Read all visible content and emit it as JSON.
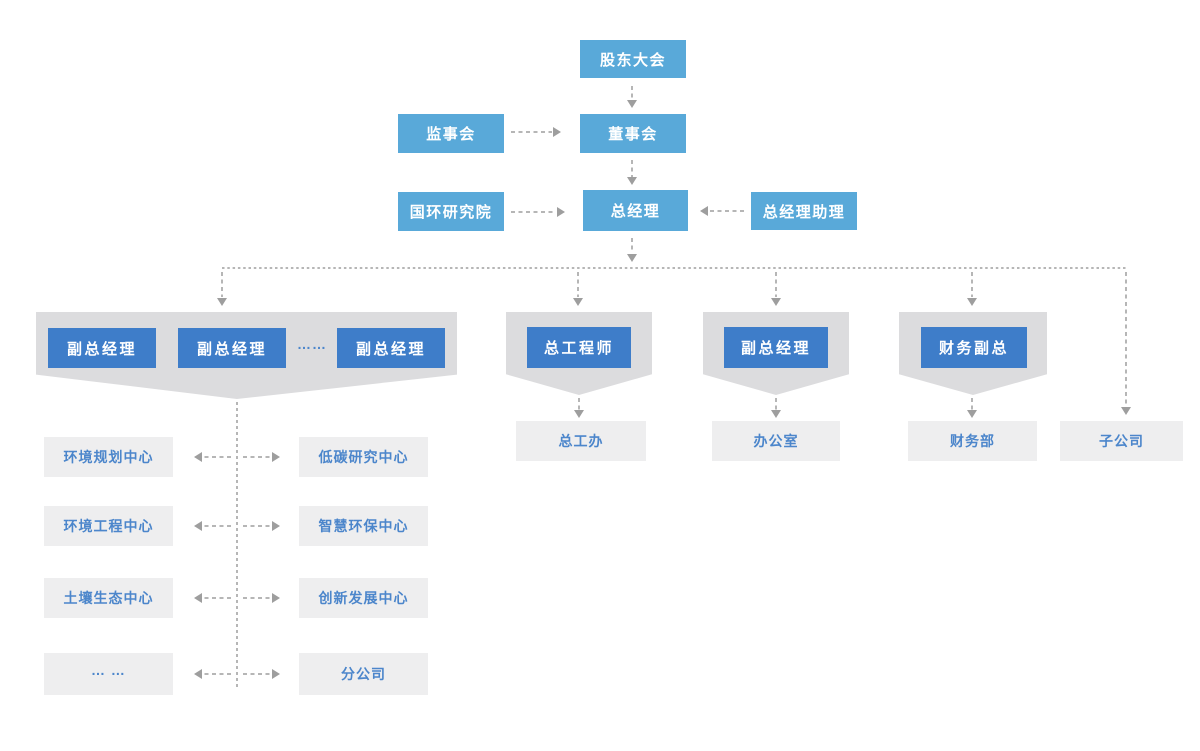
{
  "org": {
    "colors": {
      "sky_blue": "#59A9D9",
      "deep_blue": "#3E7DC9",
      "banner_gray": "#DCDCDE",
      "box_gray": "#EEEEEF",
      "blue_text": "#4C86CB",
      "line_gray": "#9E9E9E",
      "white_text": "#FFFFFF"
    },
    "nodes": {
      "shareholders_meeting": "股东大会",
      "supervisory_board": "监事会",
      "board_of_directors": "董事会",
      "guohuan_research_institute": "国环研究院",
      "general_manager": "总经理",
      "gm_assistant": "总经理助理",
      "deputy_gm_1": "副总经理",
      "deputy_gm_2": "副总经理",
      "deputy_gm_ellipsis": "……",
      "deputy_gm_3": "副总经理",
      "chief_engineer": "总工程师",
      "deputy_gm_mid": "副总经理",
      "finance_deputy_gm": "财务副总",
      "chief_engineer_office": "总工办",
      "general_office": "办公室",
      "finance_department": "财务部",
      "subsidiary_company": "子公司",
      "env_planning_center": "环境规划中心",
      "low_carbon_research_center": "低碳研究中心",
      "env_engineering_center": "环境工程中心",
      "smart_env_protection_center": "智慧环保中心",
      "soil_ecology_center": "土壤生态中心",
      "innovation_dev_center": "创新发展中心",
      "dept_ellipsis": "… …",
      "branch_company": "分公司"
    }
  }
}
